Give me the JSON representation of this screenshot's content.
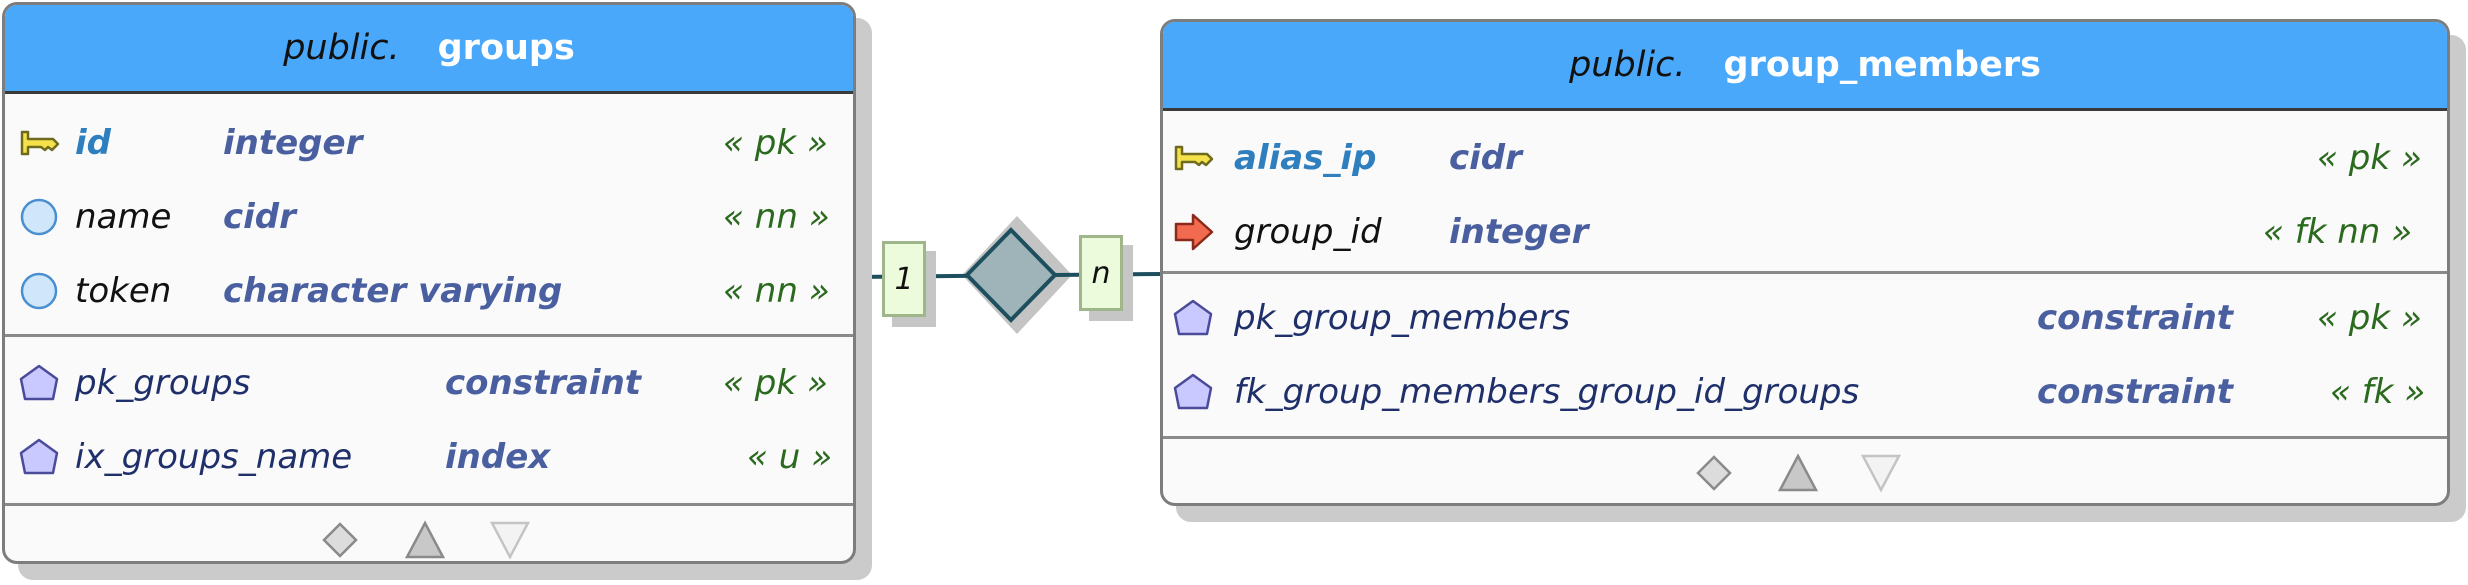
{
  "tables": {
    "groups": {
      "schema": "public.",
      "name": "groups",
      "columns": [
        {
          "icon": "primary-key-icon",
          "name": "id",
          "type": "integer",
          "tag": "« pk »"
        },
        {
          "icon": "column-circle-icon",
          "name": "name",
          "type": "cidr",
          "tag": "« nn »"
        },
        {
          "icon": "column-circle-icon",
          "name": "token",
          "type": "character varying",
          "tag": "« nn »"
        }
      ],
      "constraints": [
        {
          "icon": "constraint-pentagon-icon",
          "name": "pk_groups",
          "type": "constraint",
          "tag": "« pk »"
        },
        {
          "icon": "constraint-pentagon-icon",
          "name": "ix_groups_name",
          "type": "index",
          "tag": "« u »"
        }
      ]
    },
    "group_members": {
      "schema": "public.",
      "name": "group_members",
      "columns": [
        {
          "icon": "primary-key-icon",
          "name": "alias_ip",
          "type": "cidr",
          "tag": "« pk »"
        },
        {
          "icon": "foreign-key-arrow-icon",
          "name": "group_id",
          "type": "integer",
          "tag": "« fk nn »"
        }
      ],
      "constraints": [
        {
          "icon": "constraint-pentagon-icon",
          "name": "pk_group_members",
          "type": "constraint",
          "tag": "« pk »"
        },
        {
          "icon": "constraint-pentagon-icon",
          "name": "fk_group_members_group_id_groups",
          "type": "constraint",
          "tag": "« fk »"
        }
      ]
    }
  },
  "relationship": {
    "left_cardinality": "1",
    "right_cardinality": "n"
  },
  "footer_icons": [
    "diamond-icon",
    "triangle-up-icon",
    "triangle-down-icon"
  ],
  "colors": {
    "header": "#4aa8fb",
    "key": "#f5e24a",
    "fk": "#f26b50",
    "column_circle": "#cfe6fb",
    "constraint": "#c9c9ff",
    "connector": "#1d4f5f",
    "diamond": "#9fb4b8"
  }
}
